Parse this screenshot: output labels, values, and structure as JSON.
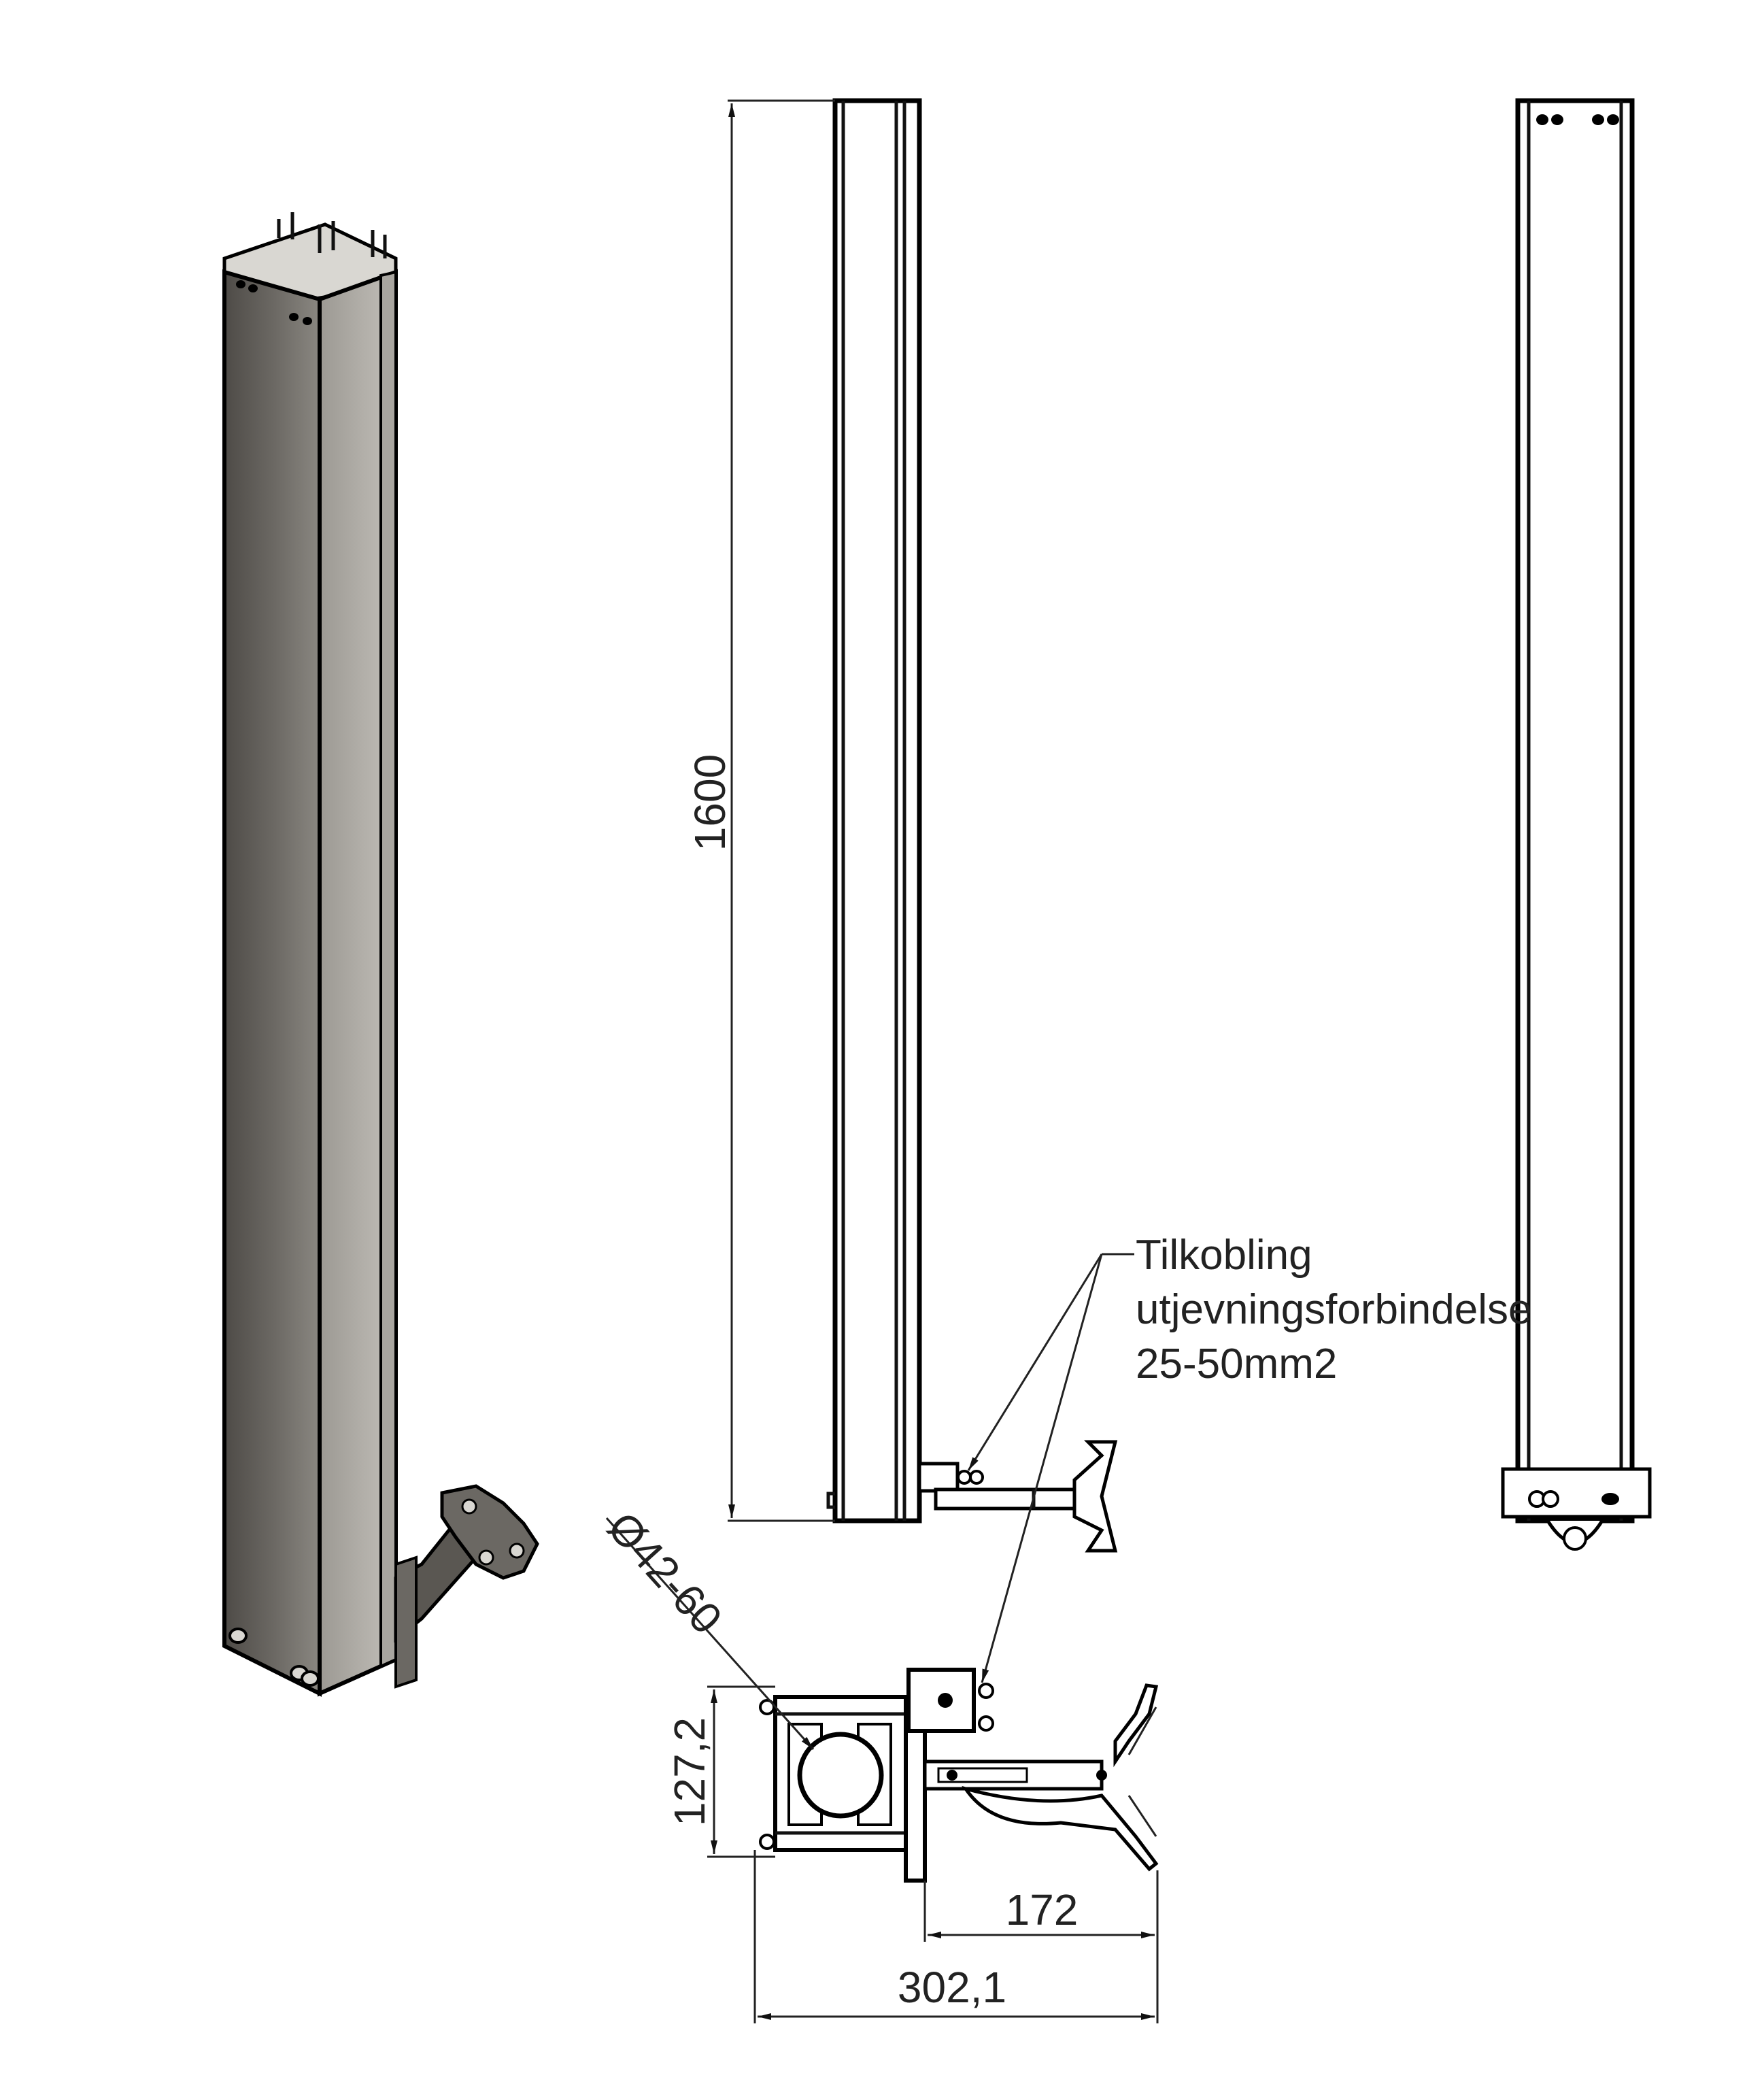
{
  "dimensions": {
    "height": "1600",
    "diameter": "Ø42-60",
    "clamp_height": "127,2",
    "arm_length": "172",
    "total_length": "302,1"
  },
  "annotation": {
    "line1": "Tilkobling",
    "line2": "utjevningsforbindelse",
    "line3": "25-50mm2"
  },
  "colors": {
    "line": "#000000",
    "post_dark": "#5f5c57",
    "post_mid": "#8a8781",
    "post_light": "#b4b1ab"
  }
}
